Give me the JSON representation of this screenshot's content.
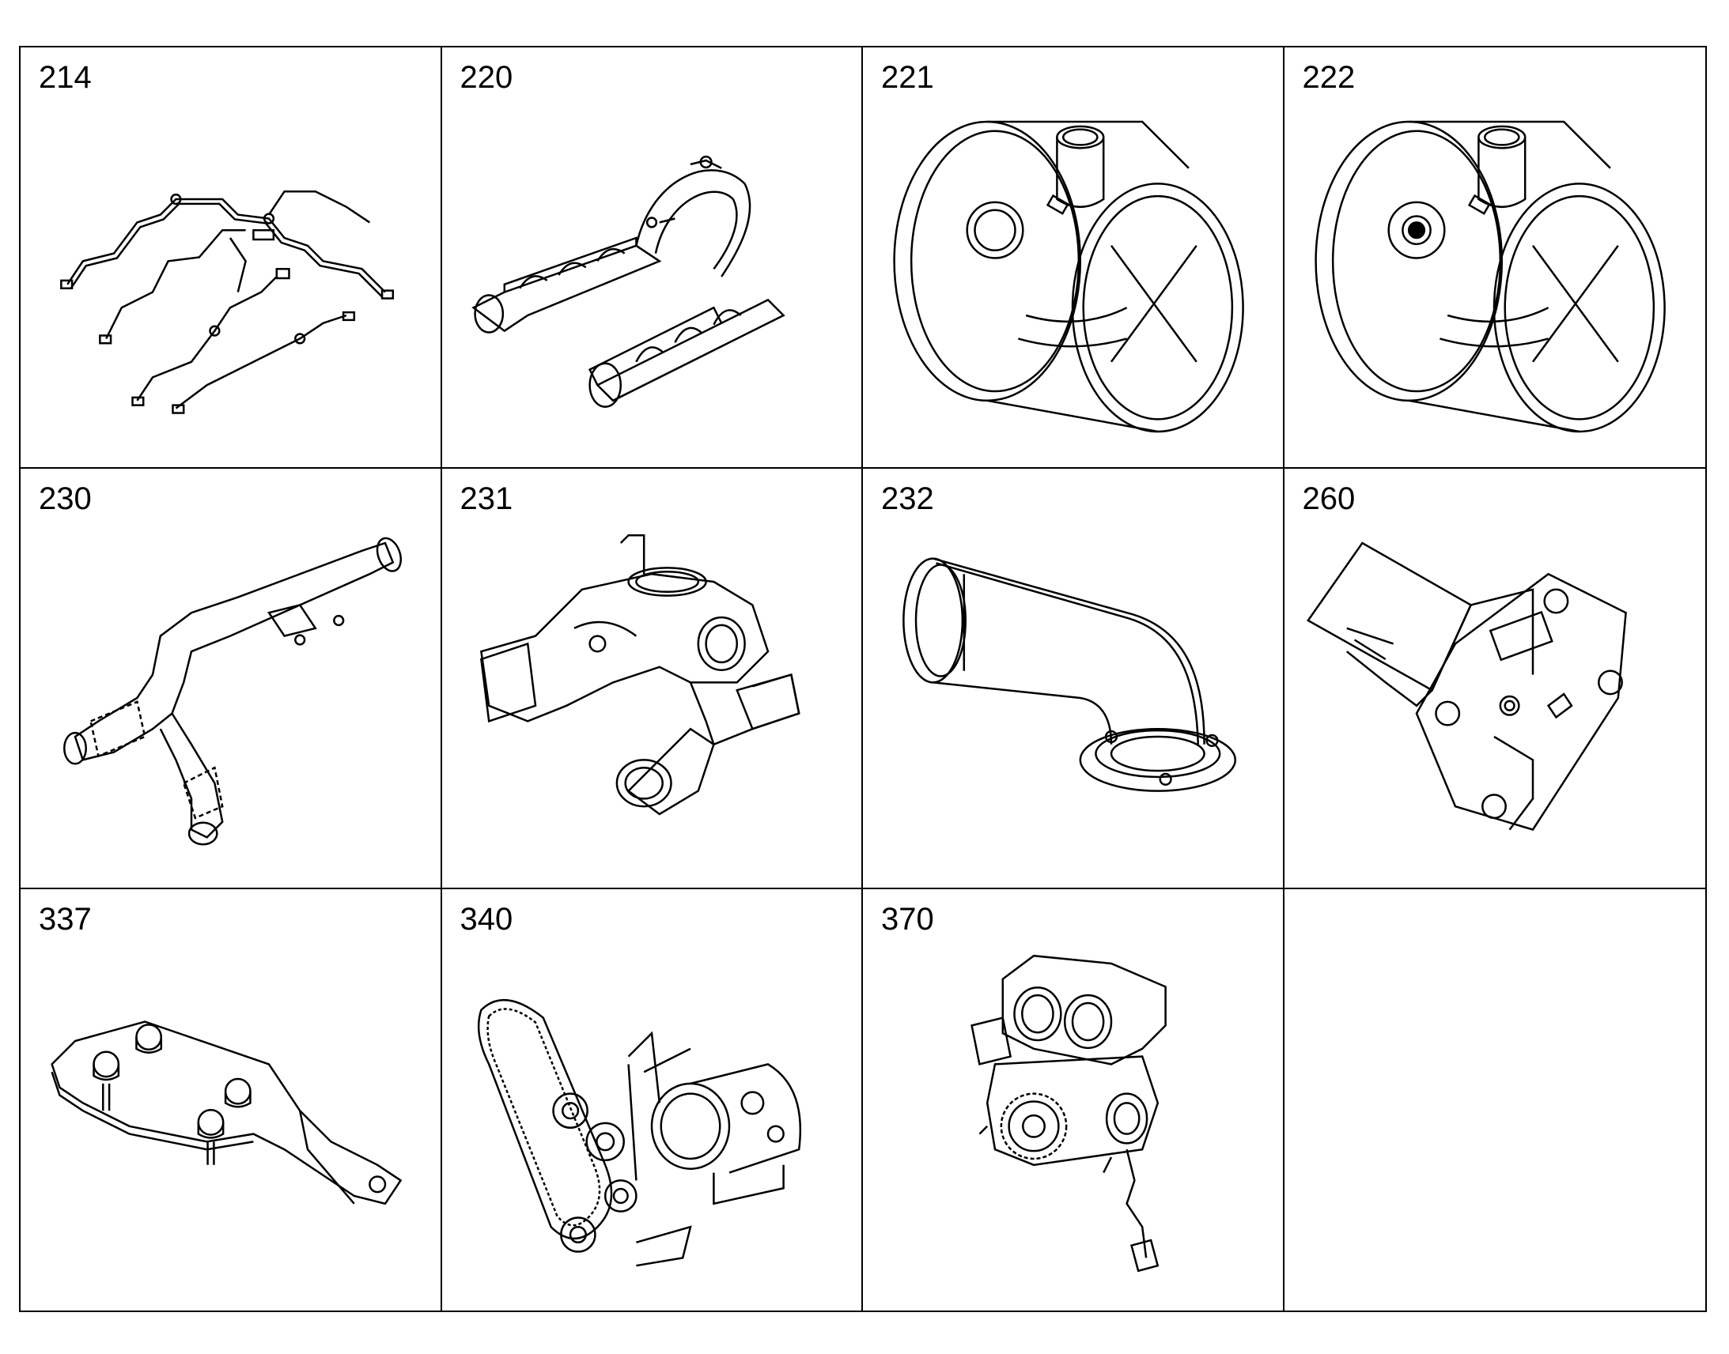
{
  "cells": [
    {
      "number": "214",
      "icon": "fuel-lines-icon"
    },
    {
      "number": "220",
      "icon": "intake-manifold-icon"
    },
    {
      "number": "221",
      "icon": "throttle-body-icon"
    },
    {
      "number": "222",
      "icon": "throttle-body-sensor-icon"
    },
    {
      "number": "230",
      "icon": "egr-pipe-icon"
    },
    {
      "number": "231",
      "icon": "intake-housing-icon"
    },
    {
      "number": "232",
      "icon": "elbow-pipe-icon"
    },
    {
      "number": "260",
      "icon": "mounting-bracket-icon"
    },
    {
      "number": "337",
      "icon": "bracket-plate-icon"
    },
    {
      "number": "340",
      "icon": "belt-drive-icon"
    },
    {
      "number": "370",
      "icon": "pump-assembly-icon"
    },
    {
      "number": "",
      "icon": ""
    }
  ]
}
